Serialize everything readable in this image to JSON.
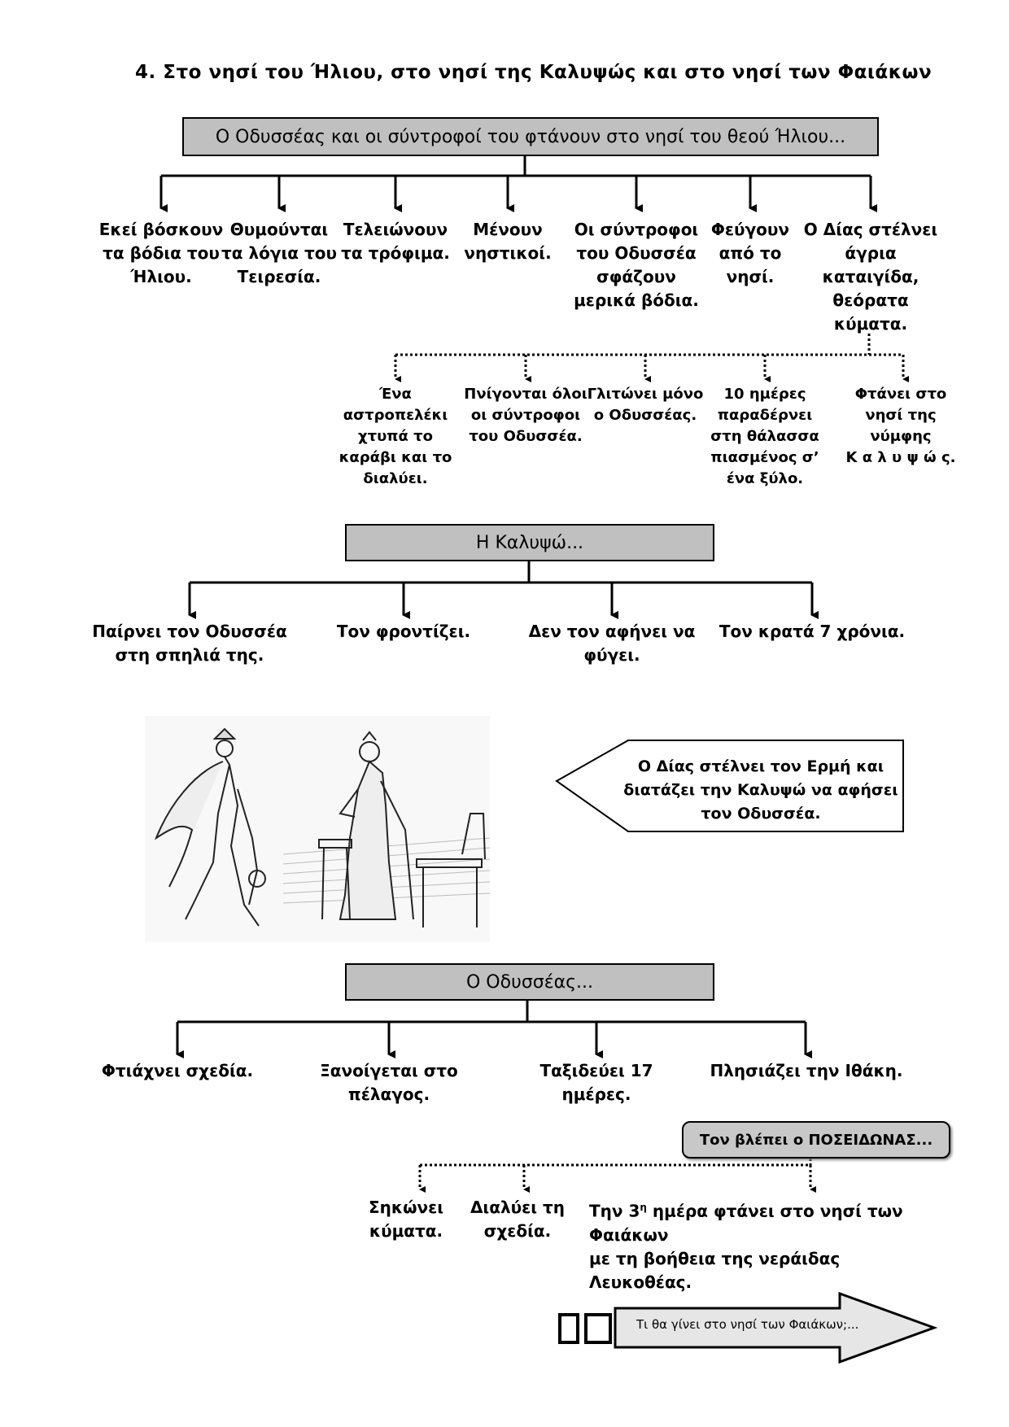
{
  "heading": "4.  Στο νησί του Ήλιου, στο νησί της Καλυψώς και στο νησί των Φαιάκων",
  "section1": {
    "header": "Ο Οδυσσέας και οι σύντροφοί του φτάνουν στο νησί του θεού Ήλιου...",
    "items": [
      "Εκεί βόσκουν\nτα βόδια του\nΉλιου.",
      "Θυμούνται\nτα λόγια του\nΤειρεσία.",
      "Τελειώνουν\nτα τρόφιμα.",
      "Μένουν\nνηστικοί.",
      "Οι σύντροφοι\nτου Οδυσσέα\nσφάζουν\nμερικά βόδια.",
      "Φεύγουν\nαπό το\nνησί.",
      "Ο Δίας στέλνει\nάγρια\nκαταιγίδα,\nθεόρατα\nκύματα."
    ],
    "subitems": [
      "Ένα\nαστροπελέκι\nχτυπά το\nκαράβι και το\nδιαλύει.",
      "Πνίγονται όλοι\nοι σύντροφοι\nτου Οδυσσέα.",
      "Γλιτώνει μόνο\nο Οδυσσέας.",
      "10 ημέρες\nπαραδέρνει\nστη θάλασσα\nπιασμένος σ’\nένα ξύλο.",
      "Φτάνει στο\nνησί της\nνύμφης\nΚ α λ υ ψ ώ ς."
    ]
  },
  "section2": {
    "header": "Η Καλυψώ...",
    "items": [
      "Παίρνει τον Οδυσσέα\nστη σπηλιά της.",
      "Τον φροντίζει.",
      "Δεν τον αφήνει να\nφύγει.",
      "Τον κρατά 7 χρόνια."
    ]
  },
  "callout": {
    "text": "Ο Δίας στέλνει τον Ερμή και\nδιατάζει την Καλυψώ να αφήσει\nτον Οδυσσέα."
  },
  "section3": {
    "header": "Ο Οδυσσέας...",
    "items": [
      "Φτιάχνει σχεδία.",
      "Ξανοίγεται στο\nπέλαγος.",
      "Ταξιδεύει 17 ημέρες.",
      "Πλησιάζει την Ιθάκη."
    ],
    "poseidon": "Τον βλέπει ο ΠΟΣΕΙΔΩΝΑΣ...",
    "subitems": [
      "Σηκώνει\nκύματα.",
      "Διαλύει τη\nσχεδία."
    ],
    "final_pre": "Την 3",
    "final_sup": "η",
    "final_post": " ημέρα φτάνει στο νησί των Φαιάκων\nμε τη βοήθεια της νεράιδας Λευκοθέας."
  },
  "footer": {
    "arrow_text": "Τι θα γίνει στο νησί των Φαιάκων;..."
  }
}
